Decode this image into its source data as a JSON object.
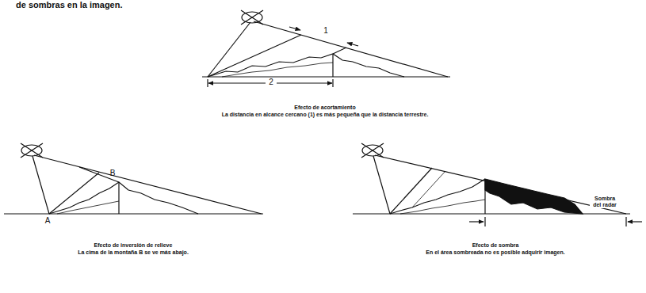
{
  "diagram": {
    "labels": [
      "de sombras en la imagen.",
      "1",
      "2",
      "Efecto de acortamiento",
      "La distancia en alcance cercano (1) es más pequeña que la distancia terrestre.",
      "B",
      "A",
      "Efecto de inversión de relieve",
      "La cima de la montaña B se ve más abajo.",
      "Sombra del radar",
      "Efecto de sombra",
      "En el área sombreada no es posible adquirir imagen."
    ]
  }
}
